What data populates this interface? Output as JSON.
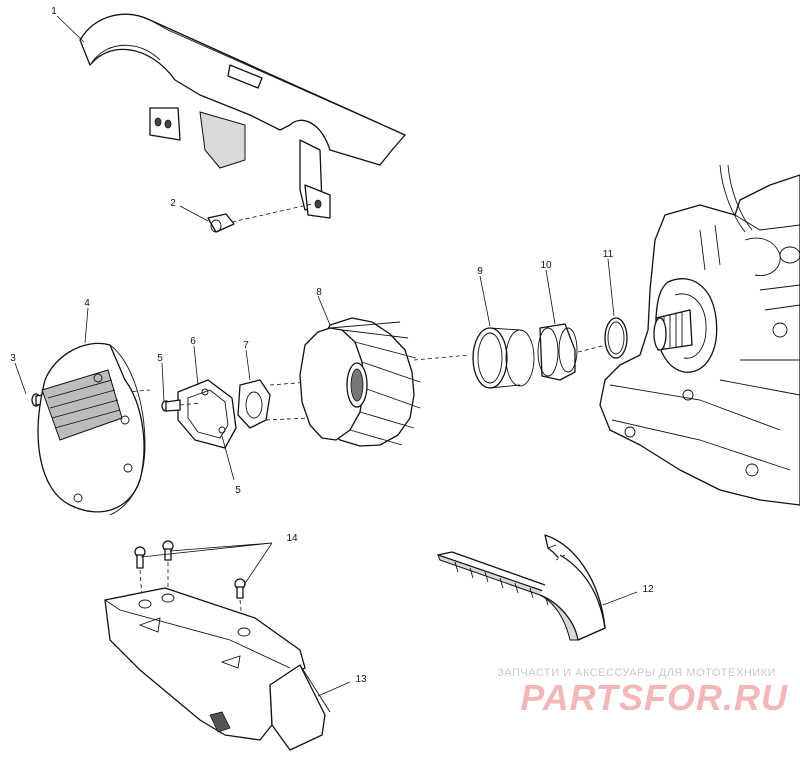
{
  "callouts": [
    "1",
    "2",
    "3",
    "4",
    "5",
    "6",
    "7",
    "8",
    "9",
    "10",
    "11",
    "12",
    "13",
    "14",
    "5"
  ],
  "watermark": {
    "caption": "ЗАПЧАСТИ И АКСЕССУАРЫ ДЛЯ МОТОТЕХНИКИ",
    "logo": "PARTSFOR.RU"
  },
  "colors": {
    "line": "#111111",
    "background": "#ffffff",
    "watermark_logo": "#f2b8b8",
    "watermark_caption": "#c9c9c9"
  }
}
